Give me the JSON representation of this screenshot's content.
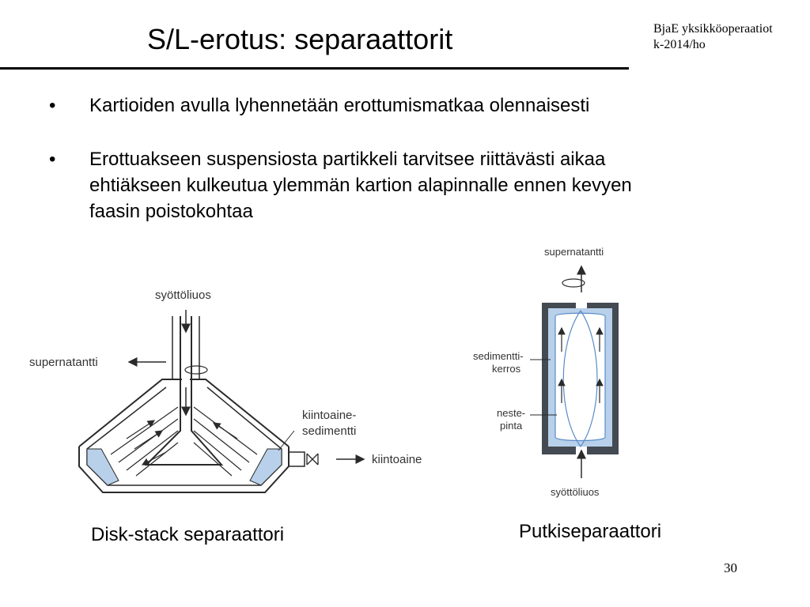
{
  "title": "S/L-erotus: separaattorit",
  "header_note": {
    "line1": "BjaE yksikköoperaatiot",
    "line2": "k-2014/ho"
  },
  "bullets": [
    {
      "marker": "•",
      "text": "Kartioiden avulla lyhennetään erottumismatkaa olennaisesti"
    },
    {
      "marker": "•",
      "text_lines": [
        "Erottuakseen suspensiosta partikkeli tarvitsee riittävästi aikaa",
        "ehtiäkseen kulkeutua ylemmän kartion alapinnalle ennen kevyen",
        "faasin poistokohtaa"
      ]
    }
  ],
  "diagrams": {
    "disk_stack": {
      "labels": {
        "feed": "syöttöliuos",
        "supernatant": "supernatantti",
        "solids_sediment_1": "kiintoaine-",
        "solids_sediment_2": "sedimentti",
        "solids": "kiintoaine"
      },
      "caption": "Disk-stack separaattori"
    },
    "tubular": {
      "labels": {
        "supernatant": "supernatantti",
        "sediment_layer_1": "sedimentti-",
        "sediment_layer_2": "kerros",
        "liquid_surface_1": "neste-",
        "liquid_surface_2": "pinta",
        "feed": "syöttöliuos"
      },
      "caption": "Putkiseparaattori"
    }
  },
  "colors": {
    "sediment_fill": "#b8d0ea",
    "wall_dark": "#444a52",
    "line": "#2a2a2a"
  },
  "page_number": "30"
}
